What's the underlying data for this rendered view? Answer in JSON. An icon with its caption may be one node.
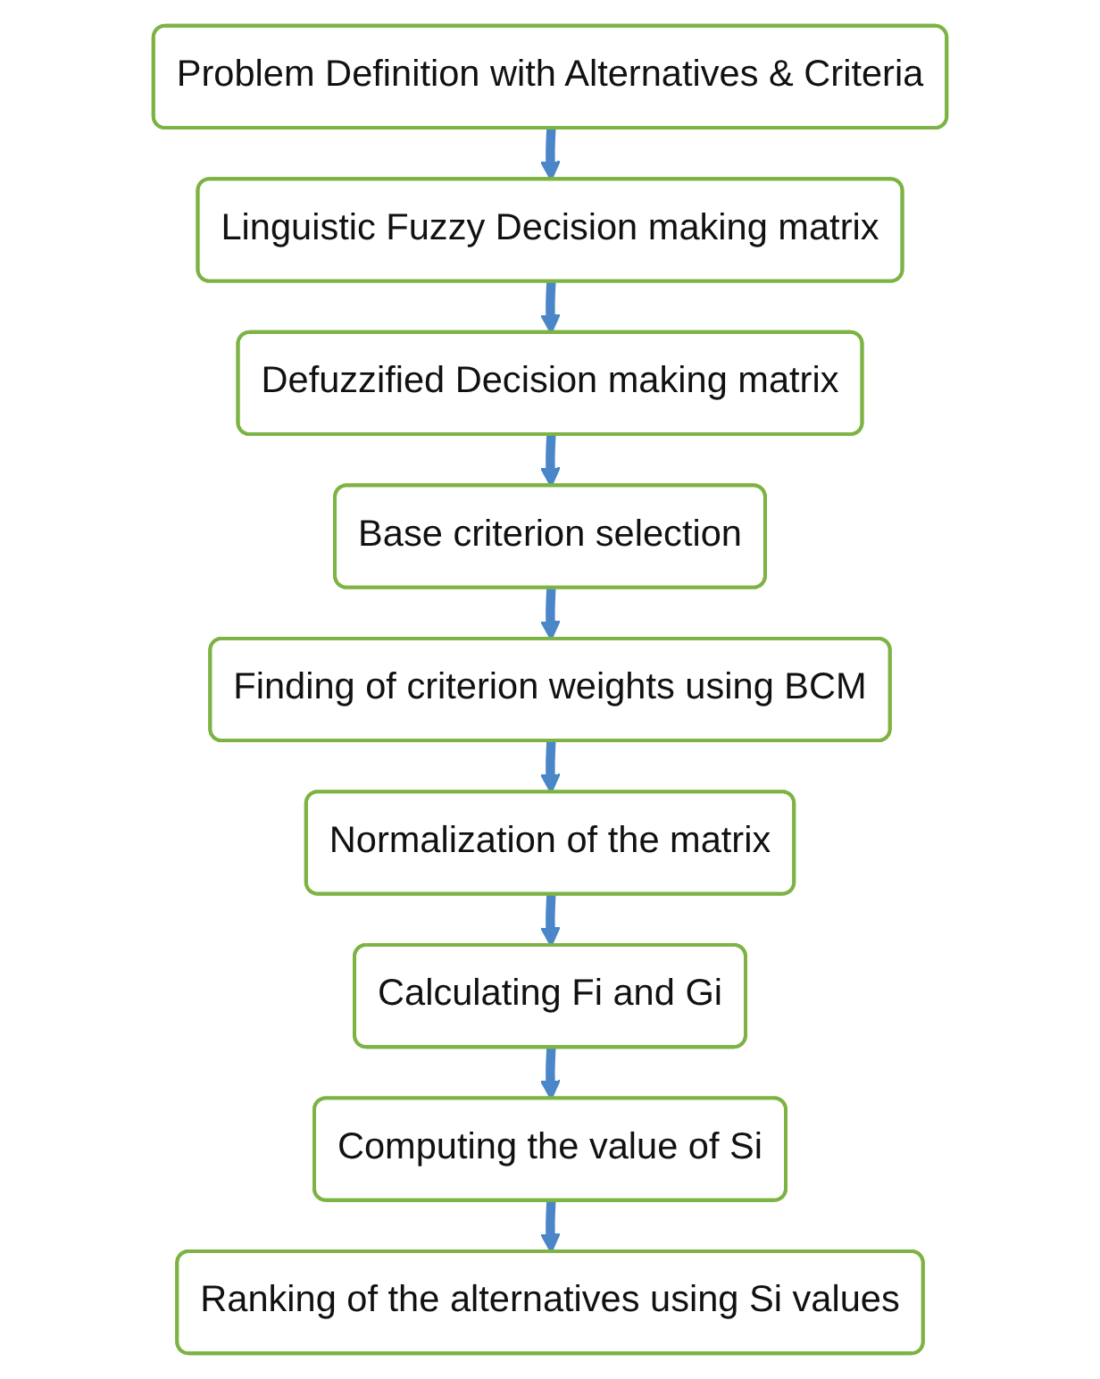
{
  "diagram": {
    "nodes": [
      {
        "text": [
          "Problem Definition with Alternatives & Criteria"
        ]
      },
      {
        "text": [
          "Linguistic Fuzzy Decision making matrix"
        ]
      },
      {
        "text": [
          "Defuzzified Decision making matrix"
        ]
      },
      {
        "text": [
          "Base criterion selection"
        ]
      },
      {
        "text": [
          "Finding of criterion weights using BCM"
        ]
      },
      {
        "text": [
          "Normalization of the matrix"
        ]
      },
      {
        "text": [
          "Calculating Fi and Gi"
        ]
      },
      {
        "text": [
          "Computing the value of Si"
        ]
      },
      {
        "text": [
          "Ranking of the alternatives using Si values"
        ]
      }
    ],
    "edges": [
      {
        "from": 0,
        "to": 1,
        "arrow": "to"
      },
      {
        "from": 1,
        "to": 2,
        "arrow": "to"
      },
      {
        "from": 2,
        "to": 3,
        "arrow": "to"
      },
      {
        "from": 3,
        "to": 4,
        "arrow": "to"
      },
      {
        "from": 4,
        "to": 5,
        "arrow": "to"
      },
      {
        "from": 5,
        "to": 6,
        "arrow": "to"
      },
      {
        "from": 6,
        "to": 7,
        "arrow": "to"
      },
      {
        "from": 7,
        "to": 8,
        "arrow": "to"
      }
    ]
  }
}
